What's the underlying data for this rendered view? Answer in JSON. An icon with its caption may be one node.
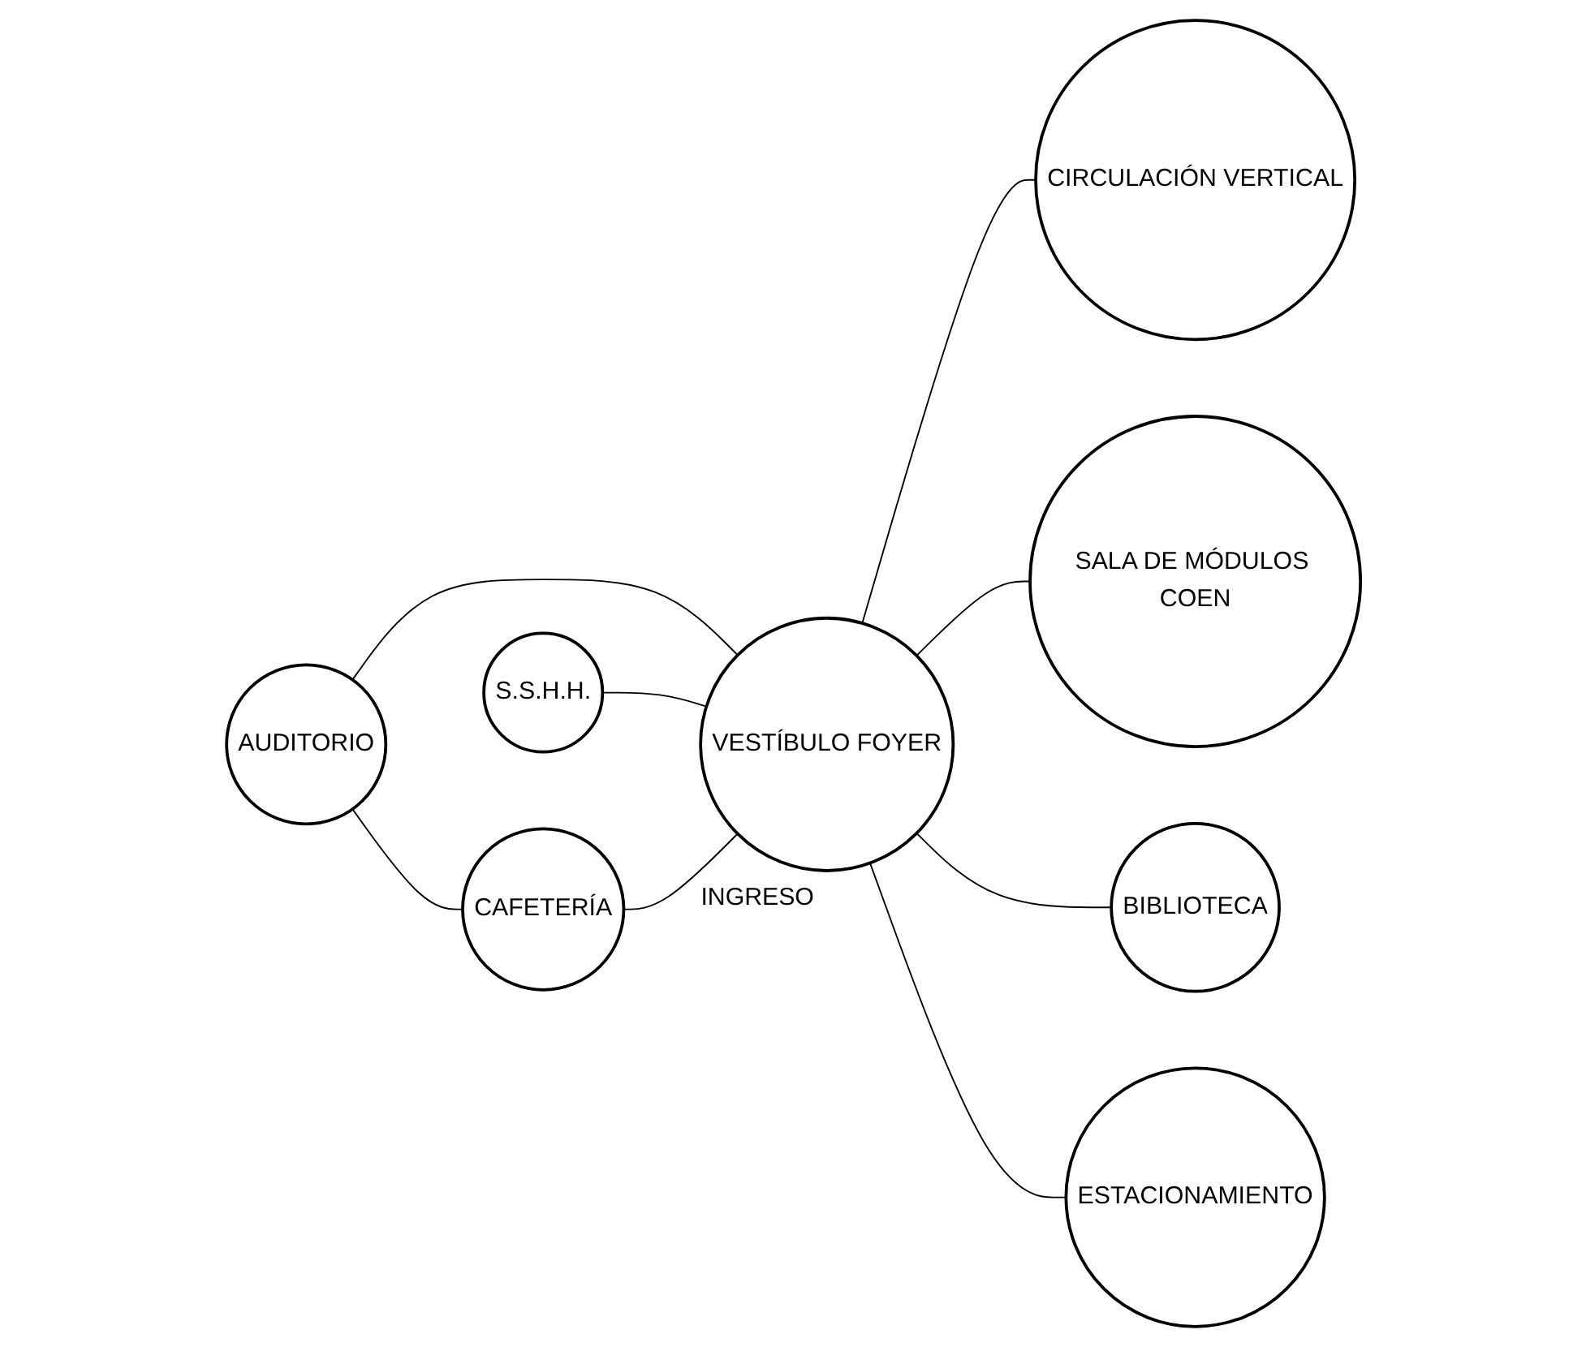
{
  "diagram": {
    "nodes": [
      {
        "text": [
          "CIRCULACIÓN VERTICAL"
        ]
      },
      {
        "text": [
          "SALA DE MÓDULOS COEN"
        ]
      },
      {
        "text": [
          "S.S.H.H."
        ]
      },
      {
        "text": [
          "AUDITORIO"
        ]
      },
      {
        "text": [
          "VESTÍBULO FOYER"
        ],
        "beside": [
          "INGRESO"
        ]
      },
      {
        "text": [
          "BIBLIOTECA"
        ]
      },
      {
        "text": [
          "ESTACIONAMIENTO"
        ]
      },
      {
        "text": [
          "CAFETERÍA"
        ]
      }
    ],
    "edges": [
      {
        "from": 3,
        "to": 4,
        "arrow": "none"
      },
      {
        "from": 2,
        "to": 4,
        "arrow": "none"
      },
      {
        "from": 4,
        "to": 0,
        "arrow": "none"
      },
      {
        "from": 4,
        "to": 1,
        "arrow": "none"
      },
      {
        "from": 4,
        "to": 5,
        "arrow": "none"
      },
      {
        "from": 4,
        "to": 6,
        "arrow": "none"
      },
      {
        "from": 7,
        "to": 4,
        "arrow": "none"
      },
      {
        "from": 3,
        "to": 7,
        "arrow": "none"
      }
    ]
  }
}
